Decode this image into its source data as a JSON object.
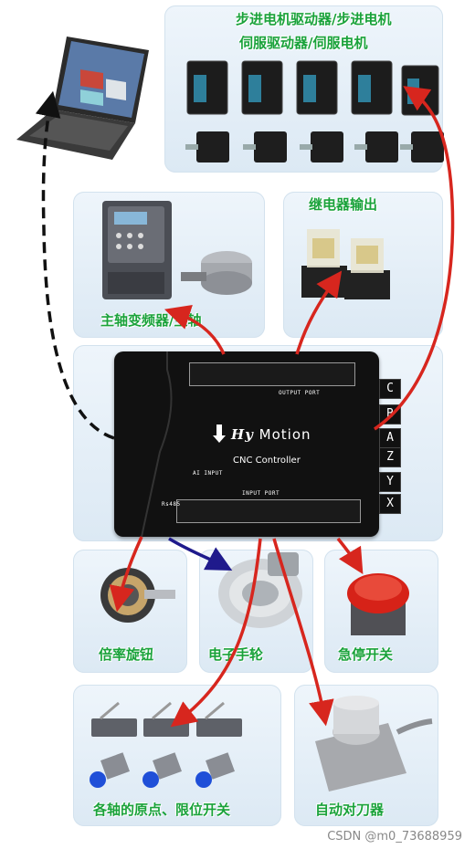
{
  "panels": {
    "stepper": {
      "line1": "步进电机驱动器/步进电机",
      "line2": "伺服驱动器/伺服电机"
    },
    "relay": {
      "title": "继电器输出"
    },
    "spindle": {
      "title": "主轴变频器/主轴"
    },
    "knob": {
      "title": "倍率旋钮"
    },
    "handwheel": {
      "title": "电子手轮"
    },
    "estop": {
      "title": "急停开关"
    },
    "limits": {
      "title": "各轴的原点、限位开关"
    },
    "toolsetter": {
      "title": "自动对刀器"
    }
  },
  "controller": {
    "logo_mark": "Hy",
    "logo_text": "Motion",
    "subtitle": "CNC Controller",
    "output_port": "OUTPUT PORT",
    "input_port": "INPUT PORT",
    "ai_input": "AI INPUT",
    "rs485": "Rs485",
    "axes": [
      "C",
      "B",
      "A",
      "Z",
      "Y",
      "X"
    ]
  },
  "watermark": "CSDN @m0_73688959",
  "colors": {
    "panel_title": "#19a23a",
    "arrow_red": "#d7261e",
    "arrow_navy": "#1f1a8c",
    "arrow_black": "#111111",
    "controller_body": "#111111"
  }
}
